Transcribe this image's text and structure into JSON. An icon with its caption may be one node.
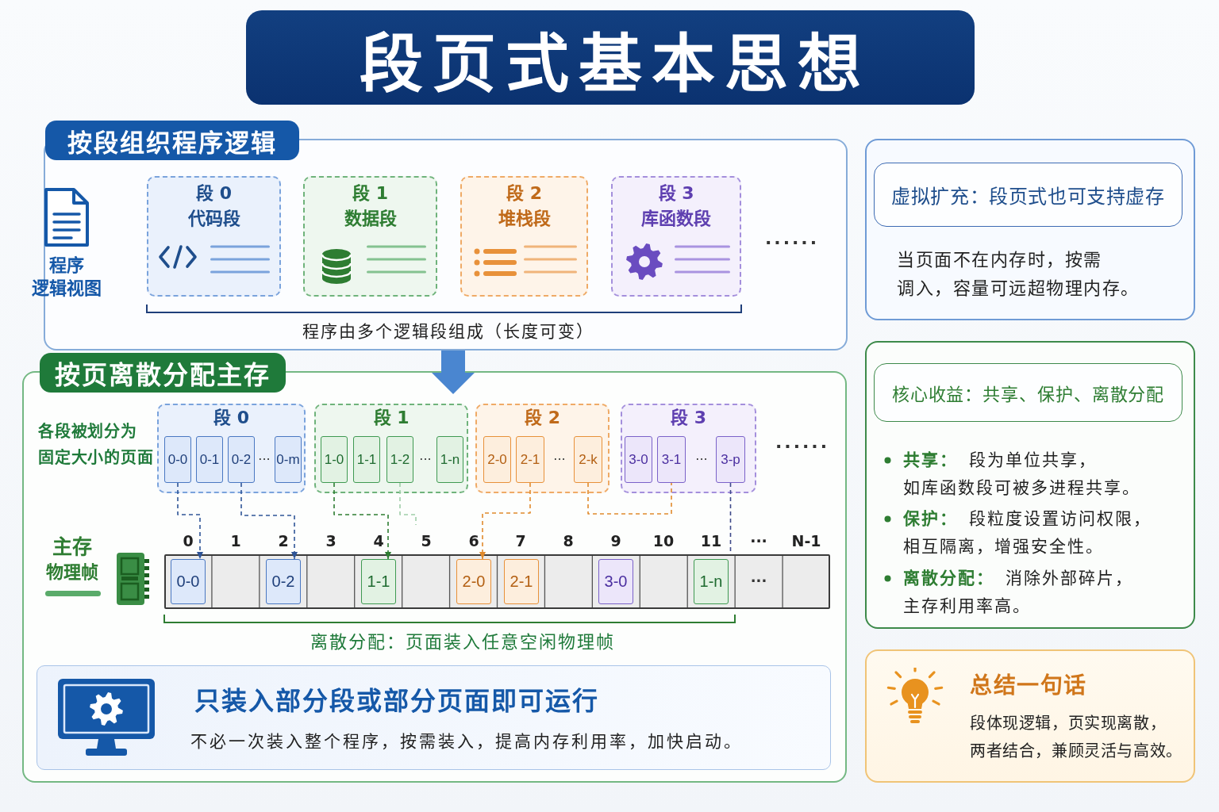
{
  "diagram": {
    "title": "段页式基本思想",
    "nodes": [
      {
        "text": [
          "按段组织程序逻辑"
        ]
      },
      {
        "text": [
          "段 0",
          "代码段"
        ],
        "in": 0
      },
      {
        "text": [
          "段 1",
          "数据段"
        ],
        "in": 0
      },
      {
        "text": [
          "段 2",
          "堆栈段"
        ],
        "in": 0
      },
      {
        "text": [
          "段 3",
          "库函数段"
        ],
        "in": 0
      },
      {
        "text": [
          "按页离散分配主存"
        ]
      },
      {
        "text": [
          "段 0"
        ],
        "in": 5
      },
      {
        "text": [
          "0-0"
        ],
        "in": 6
      },
      {
        "text": [
          "0-1"
        ],
        "in": 6
      },
      {
        "text": [
          "0-2"
        ],
        "in": 6
      },
      {
        "text": [
          "0-m"
        ],
        "in": 6
      },
      {
        "text": [
          "段 1"
        ],
        "in": 5
      },
      {
        "text": [
          "1-0"
        ],
        "in": 11
      },
      {
        "text": [
          "1-1"
        ],
        "in": 11
      },
      {
        "text": [
          "1-2"
        ],
        "in": 11
      },
      {
        "text": [
          "1-n"
        ],
        "in": 11
      },
      {
        "text": [
          "段 2"
        ],
        "in": 5
      },
      {
        "text": [
          "2-0"
        ],
        "in": 16
      },
      {
        "text": [
          "2-1"
        ],
        "in": 16
      },
      {
        "text": [
          "2-k"
        ],
        "in": 16
      },
      {
        "text": [
          "段 3"
        ],
        "in": 5
      },
      {
        "text": [
          "3-0"
        ],
        "in": 20
      },
      {
        "text": [
          "3-1"
        ],
        "in": 20
      },
      {
        "text": [
          "3-p"
        ],
        "in": 20
      },
      {
        "text": [],
        "shape": "box",
        "in": 5
      },
      {
        "text": [
          "0-0"
        ],
        "in": 24
      },
      {
        "text": [
          "0-2"
        ],
        "in": 24
      },
      {
        "text": [
          "1-1"
        ],
        "in": 24
      },
      {
        "text": [
          "2-0"
        ],
        "in": 24
      },
      {
        "text": [
          "2-1"
        ],
        "in": 24
      },
      {
        "text": [
          "3-0"
        ],
        "in": 24
      },
      {
        "text": [
          "1-n"
        ],
        "in": 24
      },
      {
        "text": [
          "只装入部分段或部分页面即可运行",
          "不必一次装入整个程序，按需装入，提高内存利用率，加快启动。"
        ],
        "in": 5
      },
      {
        "text": [
          "当页面不在内存时，按需调入，容量可远超物理内存。"
        ]
      },
      {
        "text": [
          "虚拟扩充：段页式也可支持虚存"
        ],
        "in": 33
      },
      {
        "text": [
          "**共享：**段为单位共享，如库函数段可被多进程共享。",
          "**保护：**段粒度设置访问权限，相互隔离，增强安全性。",
          "**离散分配：**消除外部碎片，主存利用率高。"
        ]
      },
      {
        "text": [
          "核心收益：共享、保护、离散分配"
        ],
        "in": 35
      },
      {
        "text": [
          "总结一句话",
          "段体现逻辑，页实现离散，两者结合，兼顾灵活与高效。"
        ]
      }
    ],
    "edges": [
      {
        "from": 0,
        "to": 5,
        "arrow": "to",
        "style": "thick",
        "color": "#4a86d0"
      },
      {
        "from": 7,
        "to": 25,
        "arrow": "to",
        "style": "dashed",
        "color": "#2f5597"
      },
      {
        "from": 9,
        "to": 26,
        "arrow": "to",
        "style": "dashed",
        "color": "#2f5597"
      },
      {
        "from": 12,
        "to": 27,
        "arrow": "to",
        "style": "dashed",
        "color": "#2e7d32"
      },
      {
        "from": 14,
        "to": null,
        "arrow": "none",
        "style": "dashed",
        "color": "#9fcea8"
      },
      {
        "from": 18,
        "to": 28,
        "arrow": "to",
        "style": "dashed",
        "color": "#e08a2c"
      },
      {
        "from": 19,
        "to": 22,
        "arrow": "none",
        "style": "dashed",
        "color": "#e08a2c"
      },
      {
        "from": 23,
        "to": 24,
        "arrow": "none",
        "style": "dashed",
        "color": "#3f4a8a"
      }
    ],
    "labels": [
      "程序逻辑视图",
      "······",
      "程序由多个逻辑段组成（长度可变）",
      "各段被划分为固定大小的页面",
      "···",
      "···",
      "···",
      "···",
      "······",
      "主存物理帧",
      "0",
      "1",
      "2",
      "3",
      "4",
      "5",
      "6",
      "7",
      "8",
      "9",
      "10",
      "11",
      "···",
      "N-1",
      "···",
      "离散分配：页面装入任意空闲物理帧"
    ]
  }
}
